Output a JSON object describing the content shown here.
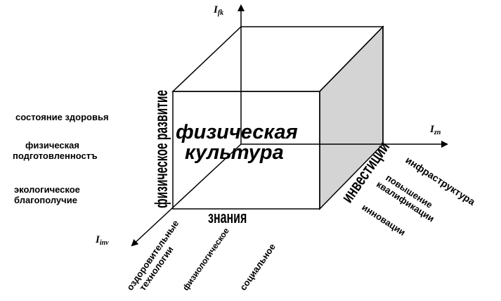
{
  "axes": {
    "vertical": {
      "base": "I",
      "sub": "fk"
    },
    "horizontal": {
      "base": "I",
      "sub": "zn"
    },
    "depth": {
      "base": "I",
      "sub": "inv"
    }
  },
  "center_label": {
    "line1": "физическая",
    "line2": "культура"
  },
  "faces": {
    "left": "физическое развитие",
    "bottom": "знания",
    "right": "инвестиции"
  },
  "left_list": [
    {
      "line1": "состояние здоровья",
      "line2": ""
    },
    {
      "line1": "физическая",
      "line2": "подготовленностъ"
    },
    {
      "line1": "экологическое",
      "line2": "благополучие"
    }
  ],
  "bottom_labels": [
    {
      "line1": "оздоровительные",
      "line2": "технологии"
    },
    {
      "line1": "физиологическое",
      "line2": ""
    },
    {
      "line1": "социальное",
      "line2": ""
    }
  ],
  "right_labels": [
    {
      "line1": "инфраструктура",
      "line2": ""
    },
    {
      "line1": "повышение",
      "line2": "квалификации"
    },
    {
      "line1": "инновации",
      "line2": ""
    }
  ],
  "colors": {
    "side_face": "#d4d4d4",
    "line": "#000000"
  }
}
